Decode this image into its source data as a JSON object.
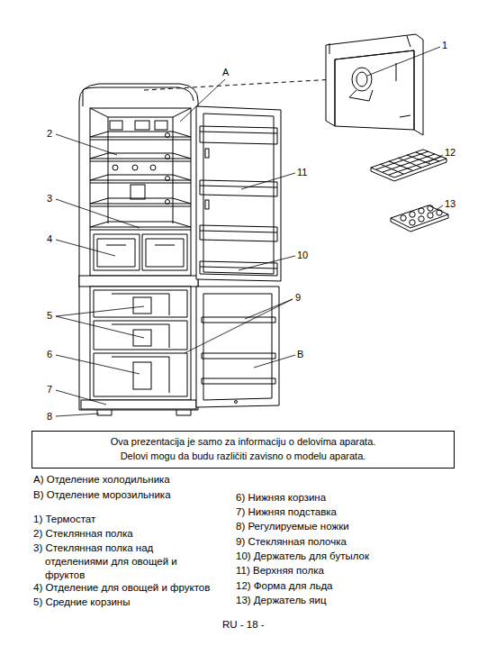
{
  "diagram": {
    "nodes": [
      {
        "text": [
          "Ova prezentacija je samo za informaciju o delovima aparata.",
          "Delovi mogu da budu različiti zavisno o modelu aparata."
        ]
      }
    ],
    "labels": [
      "A",
      "1",
      "2",
      "11",
      "3",
      "4",
      "10",
      "5",
      "9",
      "6",
      "B",
      "7",
      "8",
      "12",
      "13",
      "A) Отделение холодильника",
      "B) Отделение морозильника",
      "1) Термостат",
      "2) Стеклянная полка",
      "3) Стеклянная полка над отделениями для овощей и фруктов",
      "4) Отделение для овощей и фруктов",
      "5) Средние корзины",
      "6) Нижняя корзина",
      "7) Нижняя подставка",
      "8) Регулируемые ножки",
      "9) Стеклянная полочка",
      "10) Держатель для бутылок",
      "11) Верхняя полка",
      "12) Форма для льда",
      "13) Держатель яиц",
      "RU - 18 -"
    ]
  }
}
